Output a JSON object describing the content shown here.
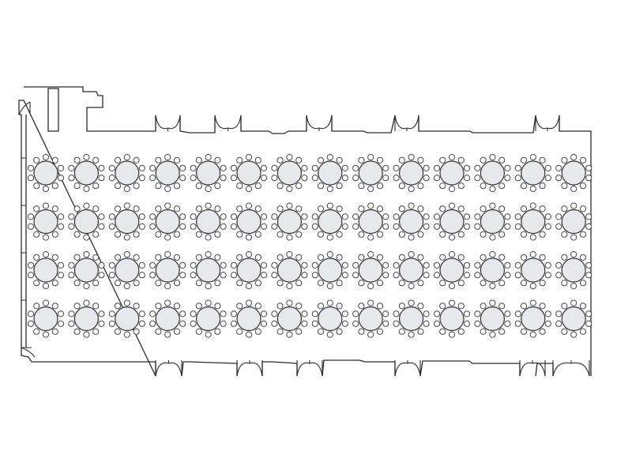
{
  "floor_plan": {
    "layout": "banquet-rounds",
    "table_shape": "round",
    "rows": 4,
    "columns": 14,
    "chairs_per_table": 10,
    "colors": {
      "background": "#ffffff",
      "wall": "#2b2b2b",
      "table_fill": "#e6e9ec",
      "chair_fill": "#ffffff"
    }
  }
}
